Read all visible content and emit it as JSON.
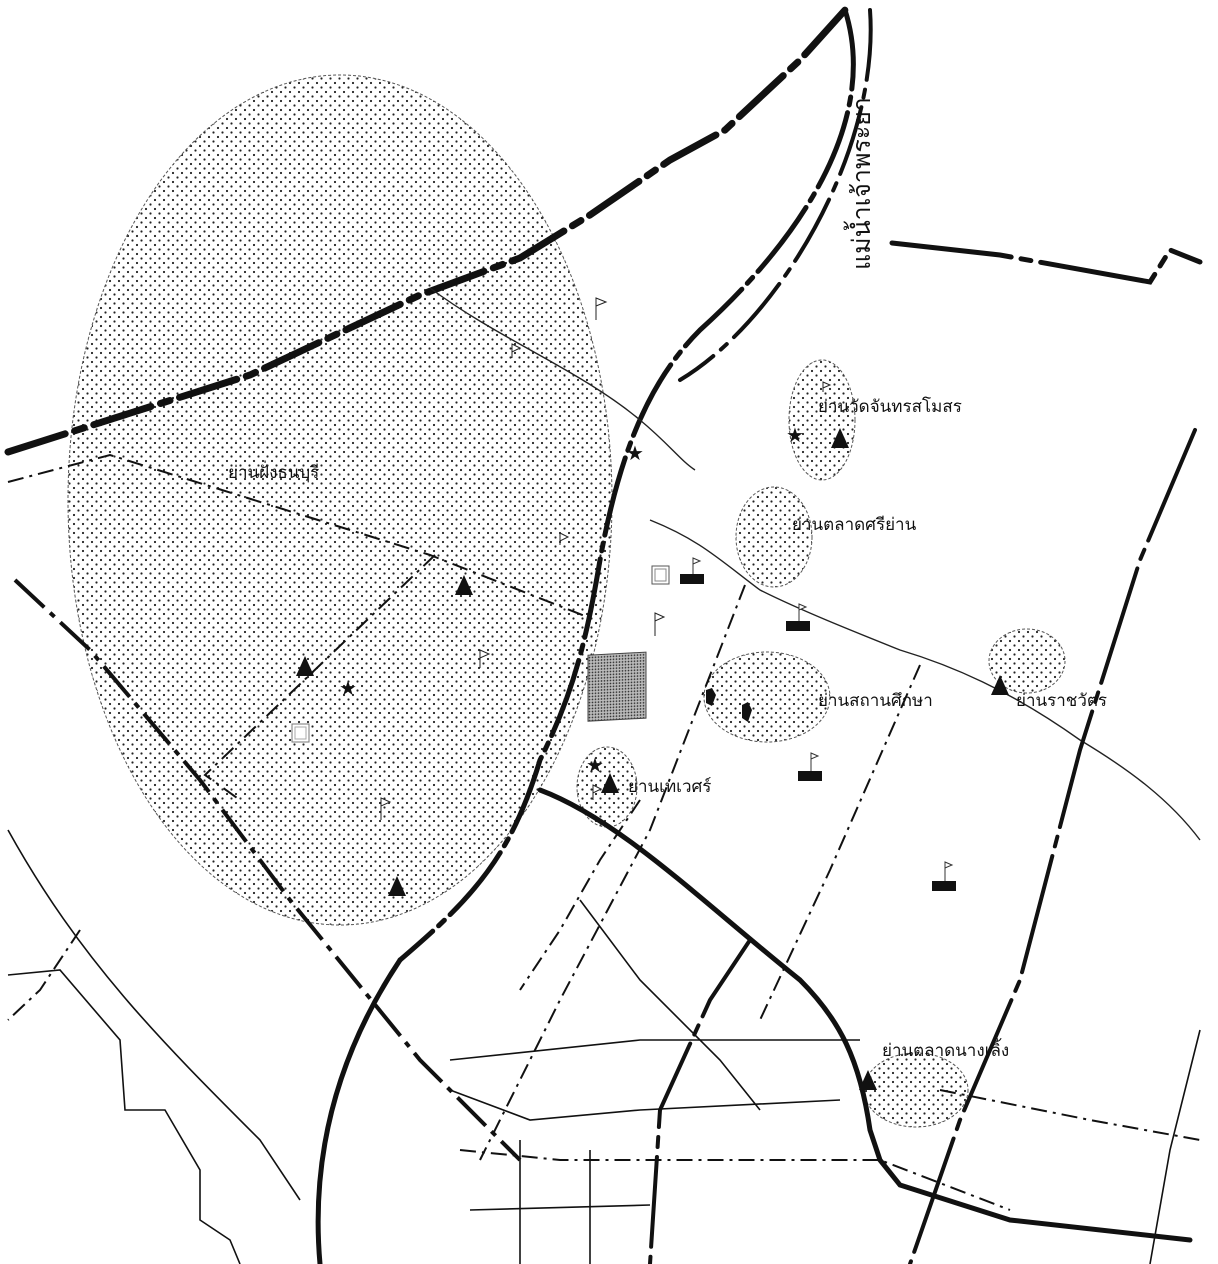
{
  "map": {
    "river_label": "แม่น้ำเจ้าพระยา",
    "districts": [
      "ย่านฝั่งธนบุรี",
      "ย่านวัดจันทรสโมสร",
      "ย่านตลาดศรีย่าน",
      "ย่านสถานศึกษา",
      "ย่านราชวัตร",
      "ย่านเทเวศร์",
      "ย่านตลาดนางเลิ้ง"
    ],
    "legend_symbols": {
      "triangle": "triangle-icon",
      "star": "star-icon",
      "flag": "flag-icon",
      "bar": "black-bar-icon",
      "square": "square-outline-icon",
      "hatched": "hatched-block-icon"
    }
  }
}
